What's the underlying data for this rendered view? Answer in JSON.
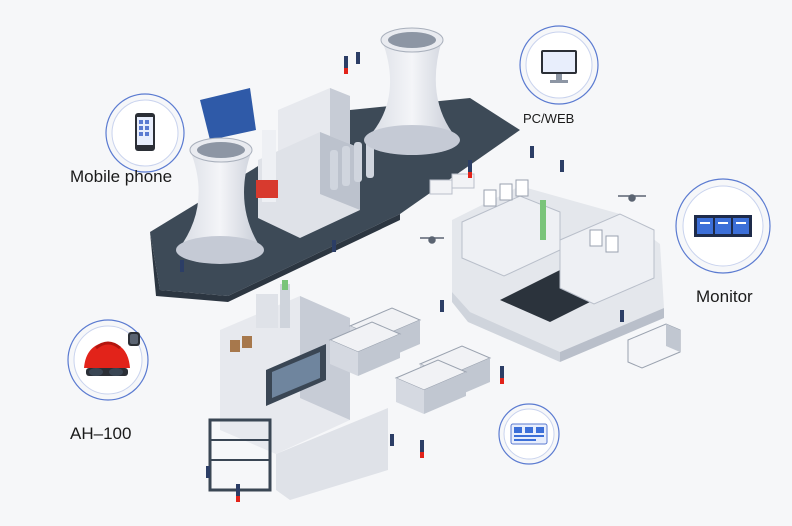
{
  "labels": {
    "mobile_phone": "Mobile phone",
    "pc_web": "PC/WEB",
    "monitor": "Monitor",
    "ah_100": "AH–100"
  },
  "icons": {
    "mobile": "mobile-phone-icon",
    "pc": "desktop-computer-icon",
    "monitor": "video-wall-monitor-icon",
    "helmet": "smart-helmet-with-watch-icon",
    "dashboard": "dashboard-screen-icon"
  },
  "colors": {
    "plant_floor": "#3d4a57",
    "building": "#e7e9ee",
    "building_shade": "#c7ccd6",
    "accent_blue": "#3c6fd8",
    "helmet_red": "#e2231a",
    "ring_blue": "#5b7bd1"
  }
}
